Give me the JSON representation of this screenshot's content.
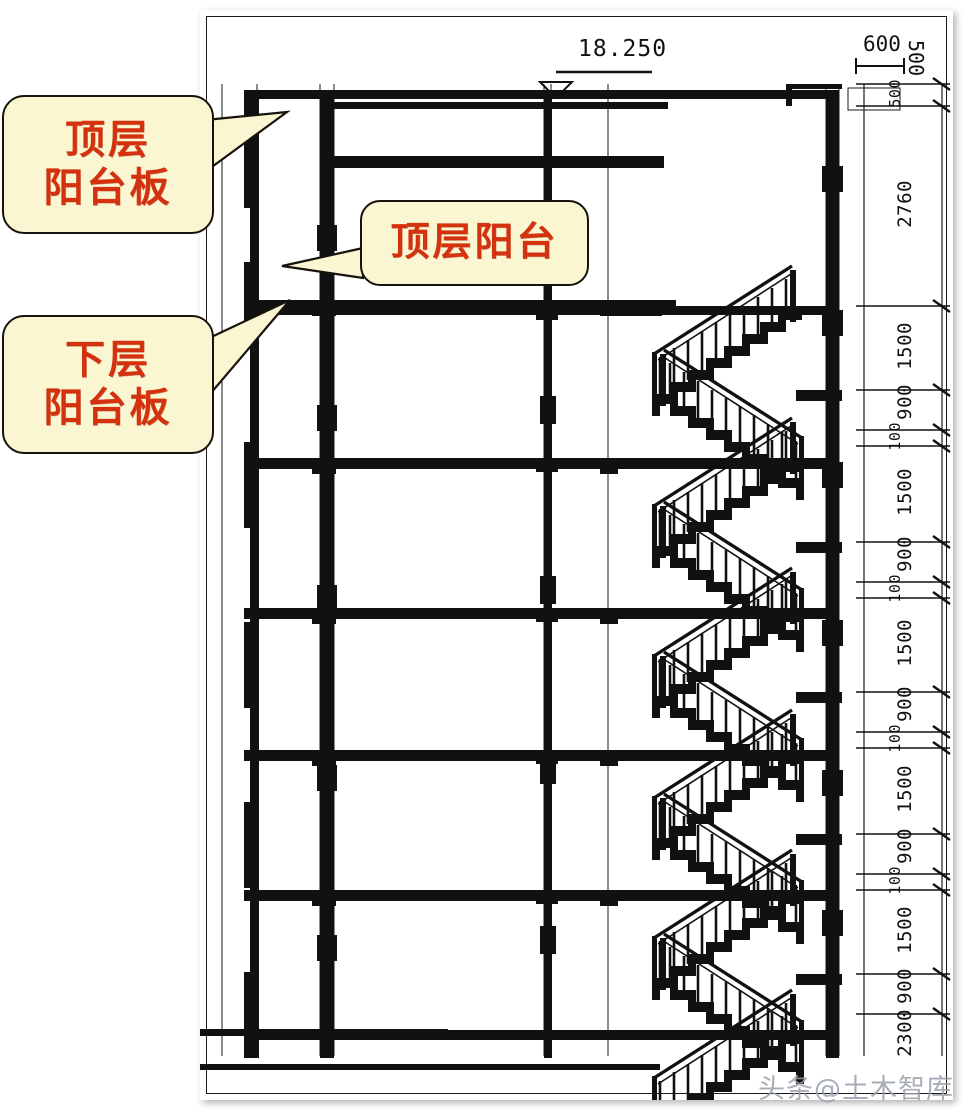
{
  "document": {
    "kind": "architectural-section-drawing",
    "sheet_label": "",
    "watermark": "头条@土木智库"
  },
  "annotations": [
    {
      "id": "top-slab",
      "text_lines": [
        "顶层",
        "阳台板"
      ],
      "color": "#d4320f",
      "bg": "#faf6d2"
    },
    {
      "id": "lower-slab",
      "text_lines": [
        "下层",
        "阳台板"
      ],
      "color": "#d4320f",
      "bg": "#faf6d2"
    },
    {
      "id": "top-balcony",
      "text_lines": [
        "顶层阳台"
      ],
      "color": "#d4320f",
      "bg": "#faf6d2"
    }
  ],
  "elevation_marker": {
    "value": "18.250",
    "symbol": "level-triangle"
  },
  "top_dimensions": {
    "horizontal": "600",
    "vertical": "500"
  },
  "dimension_chain": [
    {
      "label": "500",
      "kind": "parapet"
    },
    {
      "label": "2760",
      "kind": "storey"
    },
    {
      "label": "1500",
      "kind": "flight"
    },
    {
      "label": "900",
      "kind": "landing"
    },
    {
      "label": "100",
      "kind": "offset"
    },
    {
      "label": "1500",
      "kind": "flight"
    },
    {
      "label": "900",
      "kind": "landing"
    },
    {
      "label": "100",
      "kind": "offset"
    },
    {
      "label": "1500",
      "kind": "flight"
    },
    {
      "label": "900",
      "kind": "landing"
    },
    {
      "label": "100",
      "kind": "offset"
    },
    {
      "label": "1500",
      "kind": "flight"
    },
    {
      "label": "900",
      "kind": "landing"
    },
    {
      "label": "100",
      "kind": "offset"
    },
    {
      "label": "1500",
      "kind": "flight"
    },
    {
      "label": "900",
      "kind": "landing"
    },
    {
      "label": "2300",
      "kind": "ground-storey"
    }
  ],
  "colors": {
    "ink": "#111111",
    "paper": "#ffffff",
    "callout_bg": "#faf6d2",
    "callout_text": "#d4320f",
    "callout_border": "#17120b",
    "watermark": "#9aa0ab"
  }
}
